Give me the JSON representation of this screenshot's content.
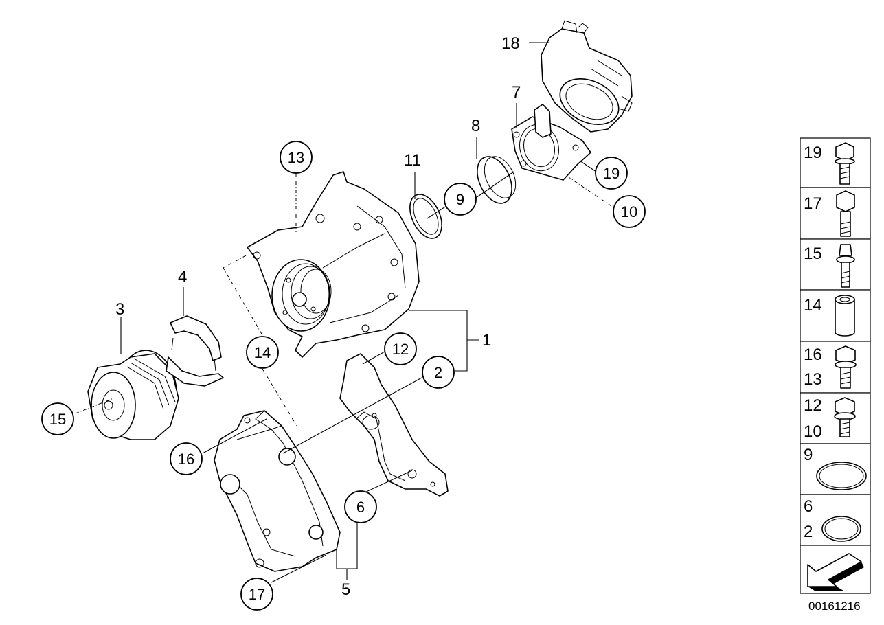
{
  "diagram": {
    "callouts_plain": [
      {
        "id": "18",
        "text": "18"
      },
      {
        "id": "7",
        "text": "7"
      },
      {
        "id": "8",
        "text": "8"
      },
      {
        "id": "11",
        "text": "11"
      },
      {
        "id": "4",
        "text": "4"
      },
      {
        "id": "3",
        "text": "3"
      },
      {
        "id": "1",
        "text": "1"
      },
      {
        "id": "5",
        "text": "5"
      }
    ],
    "callouts_circled": [
      {
        "id": "13",
        "text": "13"
      },
      {
        "id": "9",
        "text": "9"
      },
      {
        "id": "19",
        "text": "19"
      },
      {
        "id": "10",
        "text": "10"
      },
      {
        "id": "14",
        "text": "14"
      },
      {
        "id": "12",
        "text": "12"
      },
      {
        "id": "2",
        "text": "2"
      },
      {
        "id": "15",
        "text": "15"
      },
      {
        "id": "16",
        "text": "16"
      },
      {
        "id": "6",
        "text": "6"
      },
      {
        "id": "17",
        "text": "17"
      }
    ]
  },
  "legend": {
    "cells": [
      {
        "labels": [
          "19"
        ],
        "icon": "hex-bolt-flange-icon"
      },
      {
        "labels": [
          "17"
        ],
        "icon": "hex-bolt-long-icon"
      },
      {
        "labels": [
          "15"
        ],
        "icon": "torx-bolt-icon"
      },
      {
        "labels": [
          "14"
        ],
        "icon": "sleeve-icon"
      },
      {
        "labels": [
          "16",
          "13"
        ],
        "icon": "hex-bolt-collar-icon"
      },
      {
        "labels": [
          "12",
          "10"
        ],
        "icon": "hex-bolt-short-icon"
      },
      {
        "labels": [
          "9"
        ],
        "icon": "o-ring-icon"
      },
      {
        "labels": [
          "6",
          "2"
        ],
        "icon": "o-ring-small-icon"
      },
      {
        "labels": [],
        "icon": "direction-arrow-icon"
      }
    ]
  },
  "document_id": "00161216"
}
